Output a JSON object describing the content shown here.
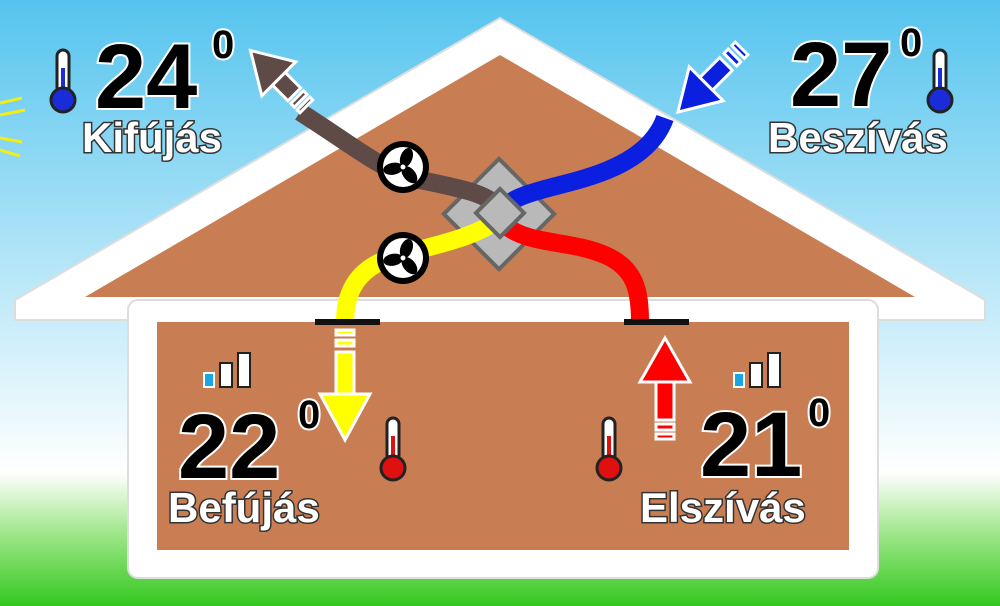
{
  "outside_exhaust": {
    "temperature": "24",
    "degree": "0",
    "label": "Kifújás"
  },
  "outside_intake": {
    "temperature": "27",
    "degree": "0",
    "label": "Beszívás"
  },
  "room_supply": {
    "temperature": "22",
    "degree": "0",
    "label": "Befújás"
  },
  "room_extract": {
    "temperature": "21",
    "degree": "0",
    "label": "Elszívás"
  },
  "colors": {
    "exhaust": "#5e4a46",
    "intake": "#0a1fe0",
    "supply": "#ffff00",
    "extract": "#ff0000",
    "house": "#c97d52",
    "exchanger": "#b9b9b9"
  }
}
